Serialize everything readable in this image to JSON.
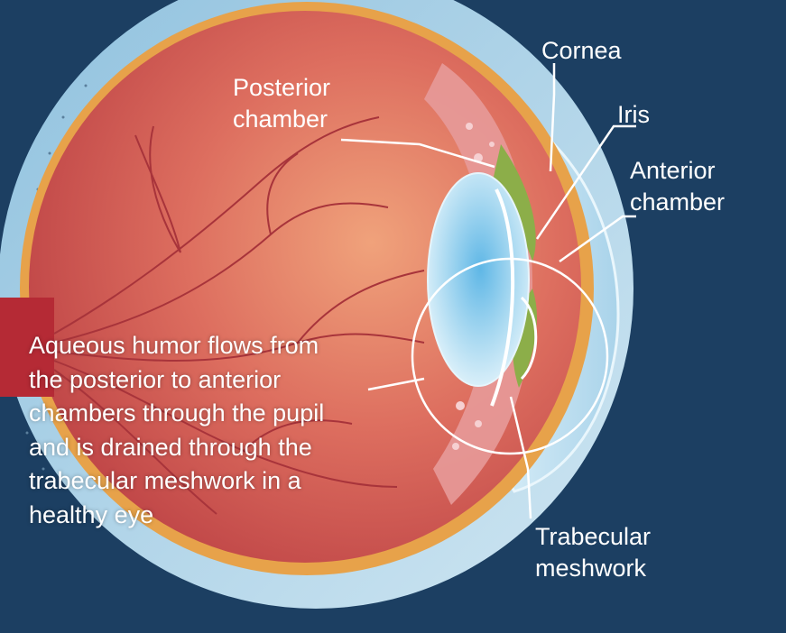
{
  "labels": {
    "cornea": "Cornea",
    "iris": "Iris",
    "anterior_chamber": [
      "Anterior",
      "chamber"
    ],
    "posterior_chamber": [
      "Posterior",
      "chamber"
    ],
    "trabecular_meshwork": [
      "Trabecular",
      "meshwork"
    ]
  },
  "caption": [
    "Aqueous humor flows from",
    "the posterior to anterior",
    "chambers through the pupil",
    "and is drained through the",
    "trabecular meshwork in a",
    "healthy eye"
  ],
  "colors": {
    "background": "#1c3f62",
    "eyeball": "#c8494a",
    "sclera_orange": "#e7a24a",
    "lens": "#b6dff3",
    "iris_green": "#8cae49",
    "label_text": "#ffffff"
  }
}
